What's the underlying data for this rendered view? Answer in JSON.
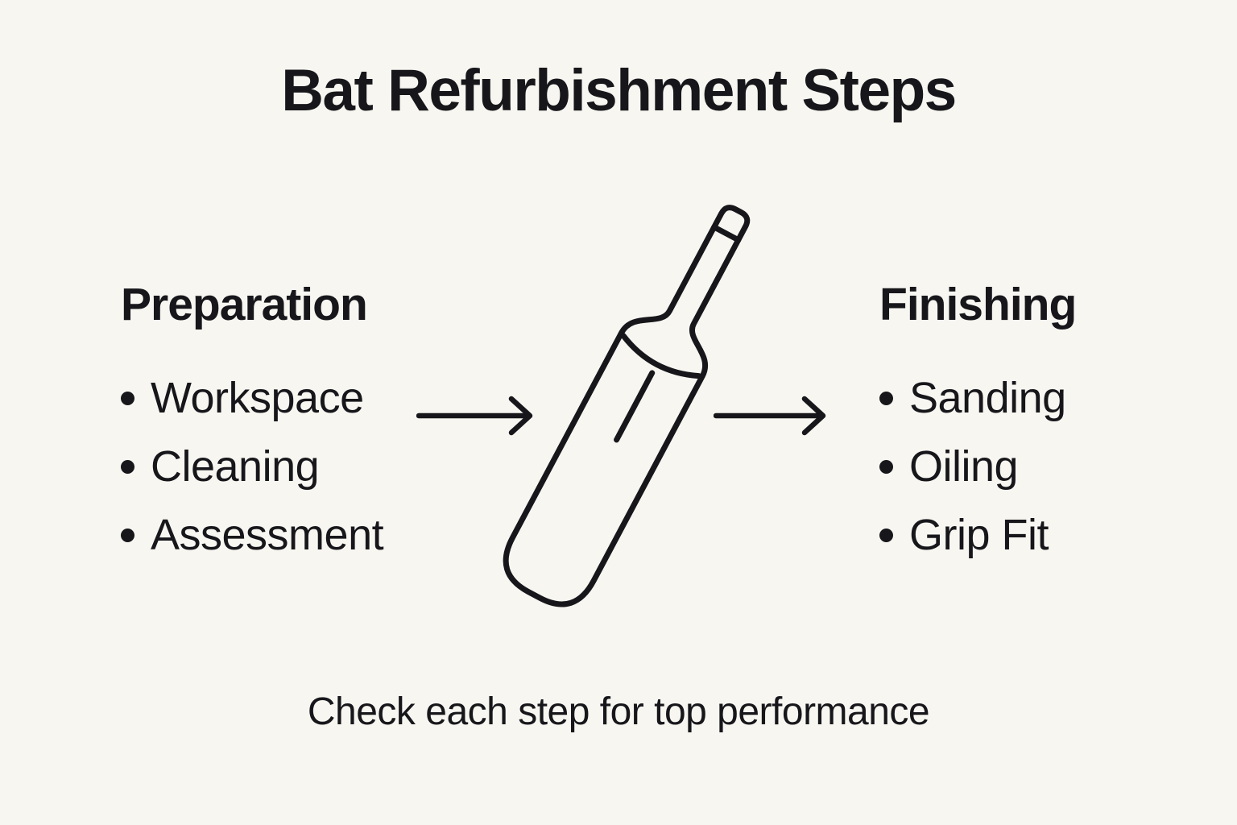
{
  "title": "Bat Refurbishment Steps",
  "caption": "Check each step for top performance",
  "left_panel": {
    "heading": "Preparation",
    "items": [
      "Workspace",
      "Cleaning",
      "Assessment"
    ]
  },
  "right_panel": {
    "heading": "Finishing",
    "items": [
      "Sanding",
      "Oiling",
      "Grip Fit"
    ]
  },
  "icons": {
    "center_illustration": "cricket-bat-illustration",
    "flow_arrows": "arrow-right-icon"
  },
  "colors": {
    "background": "#F7F6F1",
    "ink": "#17171B"
  }
}
